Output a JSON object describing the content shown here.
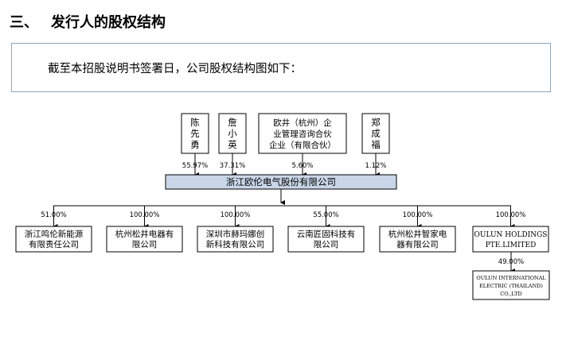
{
  "section": {
    "number": "三、",
    "title": "发行人的股权结构"
  },
  "intro": "截至本招股说明书签署日，公司股权结构图如下：",
  "shareholders": [
    {
      "name_lines": [
        "陈",
        "先",
        "勇"
      ],
      "pct": "55.97%"
    },
    {
      "name_lines": [
        "詹",
        "小",
        "英"
      ],
      "pct": "37.31%"
    },
    {
      "name_lines": [
        "欧井（杭州）企",
        "业管理咨询合伙",
        "企业（有限合伙）"
      ],
      "pct": "5.60%"
    },
    {
      "name_lines": [
        "郑",
        "成",
        "福"
      ],
      "pct": "1.12%"
    }
  ],
  "company": "浙江欧伦电气股份有限公司",
  "subsidiaries": [
    {
      "name_lines": [
        "浙江鸣伦新能源",
        "有限责任公司"
      ],
      "pct": "51.00%"
    },
    {
      "name_lines": [
        "杭州松井电器有",
        "限公司"
      ],
      "pct": "100.00%"
    },
    {
      "name_lines": [
        "深圳市赫玛娜创",
        "新科技有限公司"
      ],
      "pct": "100.00%"
    },
    {
      "name_lines": [
        "云南匠固科技有",
        "限公司"
      ],
      "pct": "55.00%"
    },
    {
      "name_lines": [
        "杭州松井智家电",
        "器有限公司"
      ],
      "pct": "100.00%"
    },
    {
      "name_lines": [
        "OULUN HOLDINGS",
        "PTE.LIMITED"
      ],
      "pct": "100.00%"
    }
  ],
  "grandchild": {
    "name_lines": [
      "OULUN INTERNATIONAL",
      "ELECTRIC (THAILAND)",
      "CO.,LTD"
    ],
    "pct": "49.00%"
  }
}
